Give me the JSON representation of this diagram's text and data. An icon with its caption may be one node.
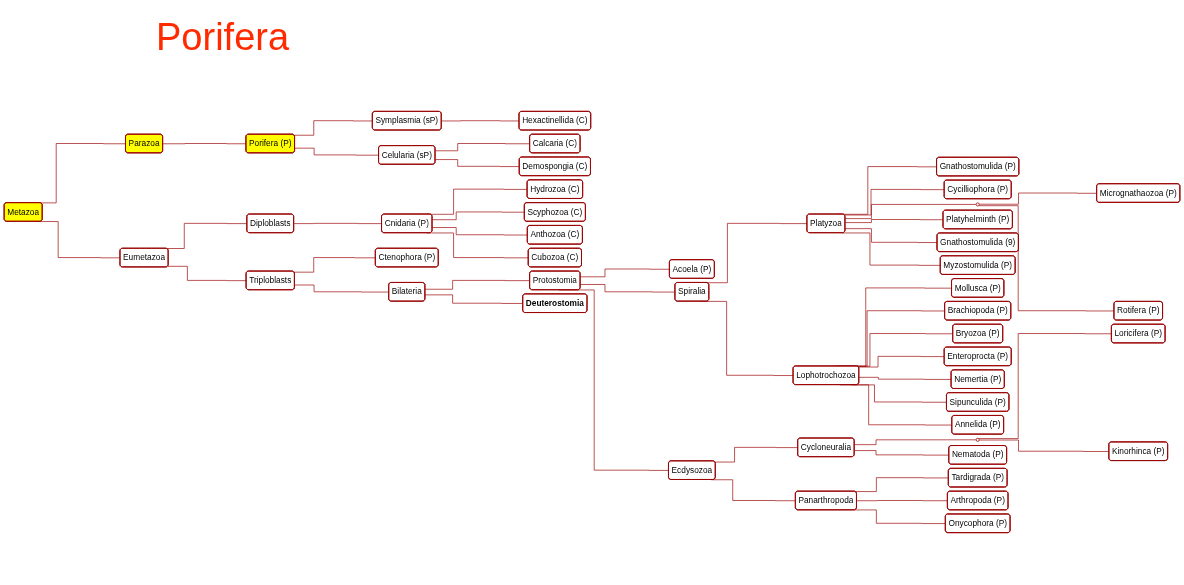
{
  "diagram": {
    "title": "Porifera",
    "nodes": [
      {
        "text": [
          "Metazoa"
        ]
      },
      {
        "text": [
          "Parazoa"
        ]
      },
      {
        "text": [
          "Eumetazoa"
        ]
      },
      {
        "text": [
          "Porifera (P)"
        ]
      },
      {
        "text": [
          "Diploblasts"
        ]
      },
      {
        "text": [
          "Triploblasts"
        ]
      },
      {
        "text": [
          "Symplasmia (sP)"
        ]
      },
      {
        "text": [
          "Celularia (sP)"
        ]
      },
      {
        "text": [
          "Cnidaria (P)"
        ]
      },
      {
        "text": [
          "Ctenophora (P)"
        ]
      },
      {
        "text": [
          "Bilateria"
        ]
      },
      {
        "text": [
          "Hexactinellida (C)"
        ]
      },
      {
        "text": [
          "Calcaria (C)"
        ]
      },
      {
        "text": [
          "Demospongia (C)"
        ]
      },
      {
        "text": [
          "Hydrozoa (C)"
        ]
      },
      {
        "text": [
          "Scyphozoa (C)"
        ]
      },
      {
        "text": [
          "Anthozoa (C)"
        ]
      },
      {
        "text": [
          "Cubozoa (C)"
        ]
      },
      {
        "text": [
          "Protostomia"
        ]
      },
      {
        "text": [
          "Deuterostomia"
        ]
      },
      {
        "text": [
          "Acoela (P)"
        ]
      },
      {
        "text": [
          "Spiralia"
        ]
      },
      {
        "text": [
          "Ecdysozoa"
        ]
      },
      {
        "text": [
          "Platyzoa"
        ]
      },
      {
        "text": [
          "Lophotrochozoa"
        ]
      },
      {
        "text": [
          "Cycloneuralia"
        ]
      },
      {
        "text": [
          "Panarthropoda"
        ]
      },
      {
        "text": [],
        "shape": "circle"
      },
      {
        "text": [],
        "shape": "circle"
      },
      {
        "text": [
          "Gnathostomulida (P)"
        ]
      },
      {
        "text": [
          "Cycilliophora (P)"
        ]
      },
      {
        "text": [
          "Micrognathaozoa (P)"
        ]
      },
      {
        "text": [
          "Rotifera (P)"
        ]
      },
      {
        "text": [
          "Platyhelminth (P)"
        ]
      },
      {
        "text": [
          "Gnathostomulida (9)"
        ]
      },
      {
        "text": [
          "Myzostomulida (P)"
        ]
      },
      {
        "text": [
          "Mollusca (P)"
        ]
      },
      {
        "text": [
          "Brachiopoda (P)"
        ]
      },
      {
        "text": [
          "Bryozoa (P)"
        ]
      },
      {
        "text": [
          "Enteroprocta (P)"
        ]
      },
      {
        "text": [
          "Nemertia (P)"
        ]
      },
      {
        "text": [
          "Sipunculida (P)"
        ]
      },
      {
        "text": [
          "Annelida (P)"
        ]
      },
      {
        "text": [
          "Loricifera (P)"
        ]
      },
      {
        "text": [
          "Kinorhinca (P)"
        ]
      },
      {
        "text": [
          "Nematoda (P)"
        ]
      },
      {
        "text": [
          "Tardigrada (P)"
        ]
      },
      {
        "text": [
          "Arthropoda (P)"
        ]
      },
      {
        "text": [
          "Onycophora (P)"
        ]
      }
    ],
    "edges": [
      {
        "from": 0,
        "to": 1,
        "arrow": "none"
      },
      {
        "from": 0,
        "to": 2,
        "arrow": "none"
      },
      {
        "from": 1,
        "to": 3,
        "arrow": "none"
      },
      {
        "from": 2,
        "to": 4,
        "arrow": "none"
      },
      {
        "from": 2,
        "to": 5,
        "arrow": "none"
      },
      {
        "from": 3,
        "to": 6,
        "arrow": "none"
      },
      {
        "from": 3,
        "to": 7,
        "arrow": "none"
      },
      {
        "from": 4,
        "to": 8,
        "arrow": "none"
      },
      {
        "from": 5,
        "to": 9,
        "arrow": "none"
      },
      {
        "from": 5,
        "to": 10,
        "arrow": "none"
      },
      {
        "from": 6,
        "to": 11,
        "arrow": "none"
      },
      {
        "from": 7,
        "to": 12,
        "arrow": "none"
      },
      {
        "from": 7,
        "to": 13,
        "arrow": "none"
      },
      {
        "from": 8,
        "to": 14,
        "arrow": "none"
      },
      {
        "from": 8,
        "to": 15,
        "arrow": "none"
      },
      {
        "from": 8,
        "to": 16,
        "arrow": "none"
      },
      {
        "from": 8,
        "to": 17,
        "arrow": "none"
      },
      {
        "from": 10,
        "to": 18,
        "arrow": "none"
      },
      {
        "from": 10,
        "to": 19,
        "arrow": "none"
      },
      {
        "from": 18,
        "to": 20,
        "arrow": "none"
      },
      {
        "from": 18,
        "to": 21,
        "arrow": "none"
      },
      {
        "from": 18,
        "to": 22,
        "arrow": "none"
      },
      {
        "from": 21,
        "to": 23,
        "arrow": "none"
      },
      {
        "from": 21,
        "to": 24,
        "arrow": "none"
      },
      {
        "from": 22,
        "to": 25,
        "arrow": "none"
      },
      {
        "from": 22,
        "to": 26,
        "arrow": "none"
      },
      {
        "from": 23,
        "to": 29,
        "arrow": "none"
      },
      {
        "from": 23,
        "to": 30,
        "arrow": "none"
      },
      {
        "from": 23,
        "to": 27,
        "arrow": "none"
      },
      {
        "from": 27,
        "to": 31,
        "arrow": "none"
      },
      {
        "from": 27,
        "to": 32,
        "arrow": "none"
      },
      {
        "from": 23,
        "to": 33,
        "arrow": "none"
      },
      {
        "from": 23,
        "to": 34,
        "arrow": "none"
      },
      {
        "from": 23,
        "to": 35,
        "arrow": "none"
      },
      {
        "from": 24,
        "to": 36,
        "arrow": "none"
      },
      {
        "from": 24,
        "to": 37,
        "arrow": "none"
      },
      {
        "from": 24,
        "to": 38,
        "arrow": "none"
      },
      {
        "from": 24,
        "to": 39,
        "arrow": "none"
      },
      {
        "from": 24,
        "to": 40,
        "arrow": "none"
      },
      {
        "from": 24,
        "to": 41,
        "arrow": "none"
      },
      {
        "from": 24,
        "to": 42,
        "arrow": "none"
      },
      {
        "from": 25,
        "to": 28,
        "arrow": "none"
      },
      {
        "from": 28,
        "to": 43,
        "arrow": "none"
      },
      {
        "from": 28,
        "to": 44,
        "arrow": "none"
      },
      {
        "from": 25,
        "to": 45,
        "arrow": "none"
      },
      {
        "from": 26,
        "to": 46,
        "arrow": "none"
      },
      {
        "from": 26,
        "to": 47,
        "arrow": "none"
      },
      {
        "from": 26,
        "to": 48,
        "arrow": "none"
      }
    ]
  }
}
